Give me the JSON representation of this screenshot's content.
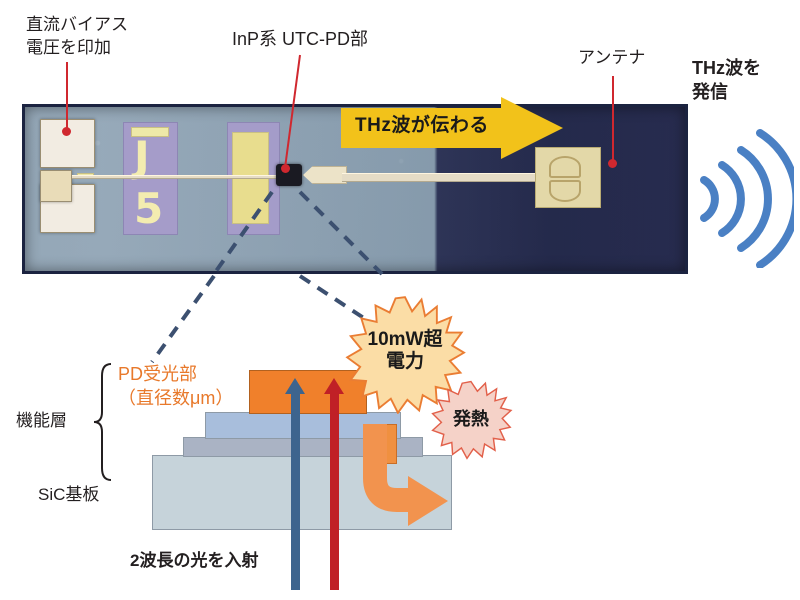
{
  "figure": {
    "title_top_labels": true
  },
  "annotations": {
    "bias": "直流バイアス\n電圧を印加",
    "utcpd": "InP系 UTC-PD部",
    "antenna": "アンテナ",
    "emit": "THz波を\n発信",
    "propagate": "THz波が伝わる"
  },
  "photo": {
    "chip_glyph_j": "J",
    "chip_glyph_5": "5"
  },
  "lower": {
    "pd_label": "PD受光部\n（直径数μm）",
    "functional_layer": "機能層",
    "substrate": "SiC基板",
    "input_light": "2波長の光を入射",
    "burst_power": "10mW超\n電力",
    "burst_heat": "発熱"
  },
  "colors": {
    "leader_red": "#d0282f",
    "arrow_yellow": "#f2c21a",
    "wave_blue": "#4a80c4",
    "pd_orange": "#f0802b",
    "heat_arrow": "#f2934e",
    "dashed_navy": "#3c5070",
    "layer_blue": "#a8bedc",
    "layer_gray": "#aab3c4",
    "substrate_gray": "#c6d3da",
    "beam_blue": "#3d648e",
    "beam_red": "#c02026",
    "burst_power_fill": "#fbdda6",
    "burst_heat_fill": "#f5d2c8"
  }
}
